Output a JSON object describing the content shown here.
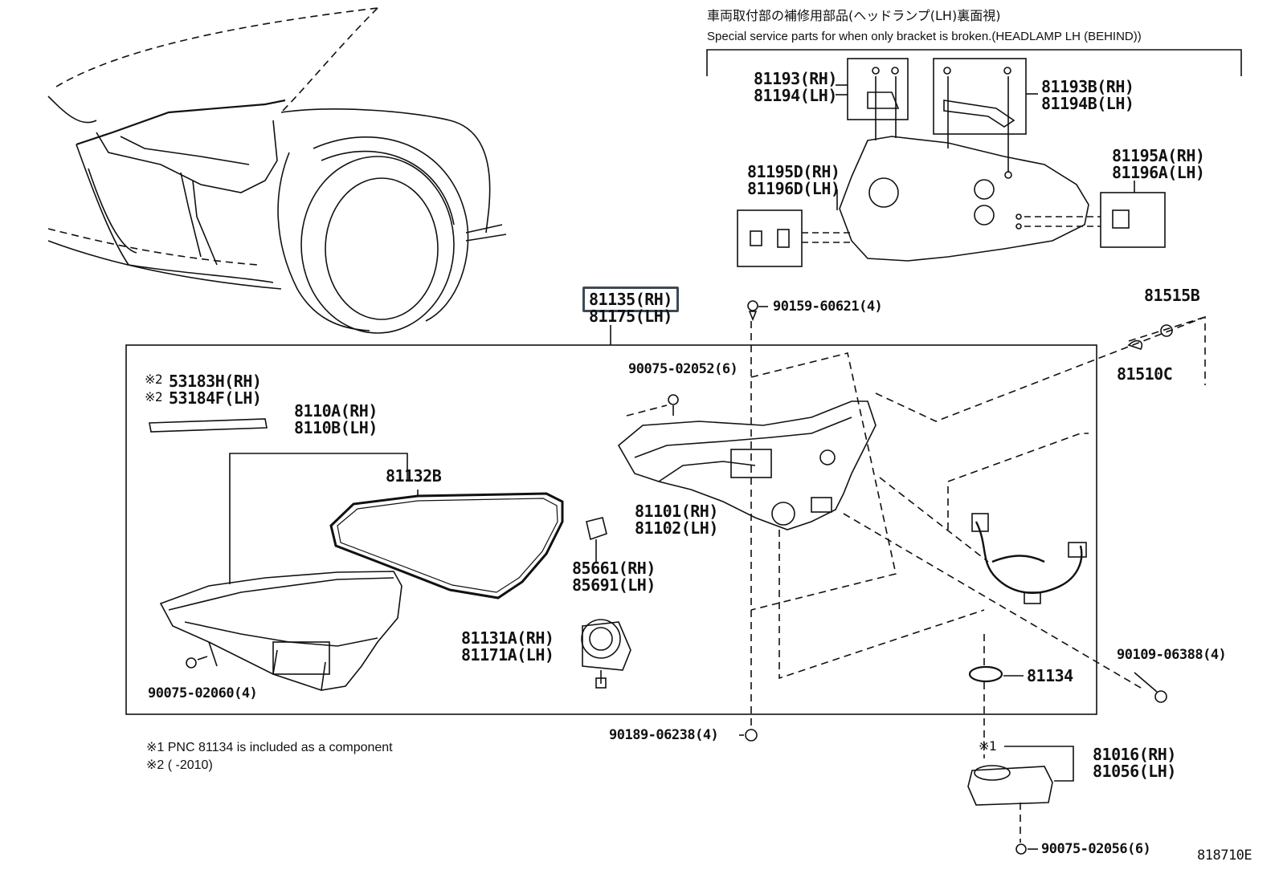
{
  "header": {
    "jp": "車両取付部の補修用部品(ヘッドランプ(LH)裏面視)",
    "en": "Special service parts for when only bracket is broken.(HEADLAMP LH (BEHIND))"
  },
  "parts": {
    "p81193": [
      "81193(RH)",
      "81194(LH)"
    ],
    "p81193B": [
      "81193B(RH)",
      "81194B(LH)"
    ],
    "p81195D": [
      "81195D(RH)",
      "81196D(LH)"
    ],
    "p81195A": [
      "81195A(RH)",
      "81196A(LH)"
    ],
    "p81135": [
      "81135(RH)",
      "81175(LH)"
    ],
    "p90159": "90159-60621(4)",
    "p81515B": "81515B",
    "p81510C": "81510C",
    "p90075_02052": "90075-02052(6)",
    "p53183H": [
      "53183H(RH)",
      "53184F(LH)"
    ],
    "p53183H_mark": "※2",
    "p8110A": [
      "8110A(RH)",
      "8110B(LH)"
    ],
    "p81132B": "81132B",
    "p81101": [
      "81101(RH)",
      "81102(LH)"
    ],
    "p85661": [
      "85661(RH)",
      "85691(LH)"
    ],
    "p81131A": [
      "81131A(RH)",
      "81171A(LH)"
    ],
    "p90075_02060": "90075-02060(4)",
    "p81134": "81134",
    "p90109": "90109-06388(4)",
    "p90189": "90189-06238(4)",
    "p81016": [
      "81016(RH)",
      "81056(LH)"
    ],
    "p81016_mark": "※1",
    "p90075_02056": "90075-02056(6)"
  },
  "notes": {
    "n1": "※1 PNC 81134 is included as a component",
    "n2": "※2 (       -2010)"
  },
  "figure_id": "818710E",
  "highlight_color": "#3c4a56"
}
